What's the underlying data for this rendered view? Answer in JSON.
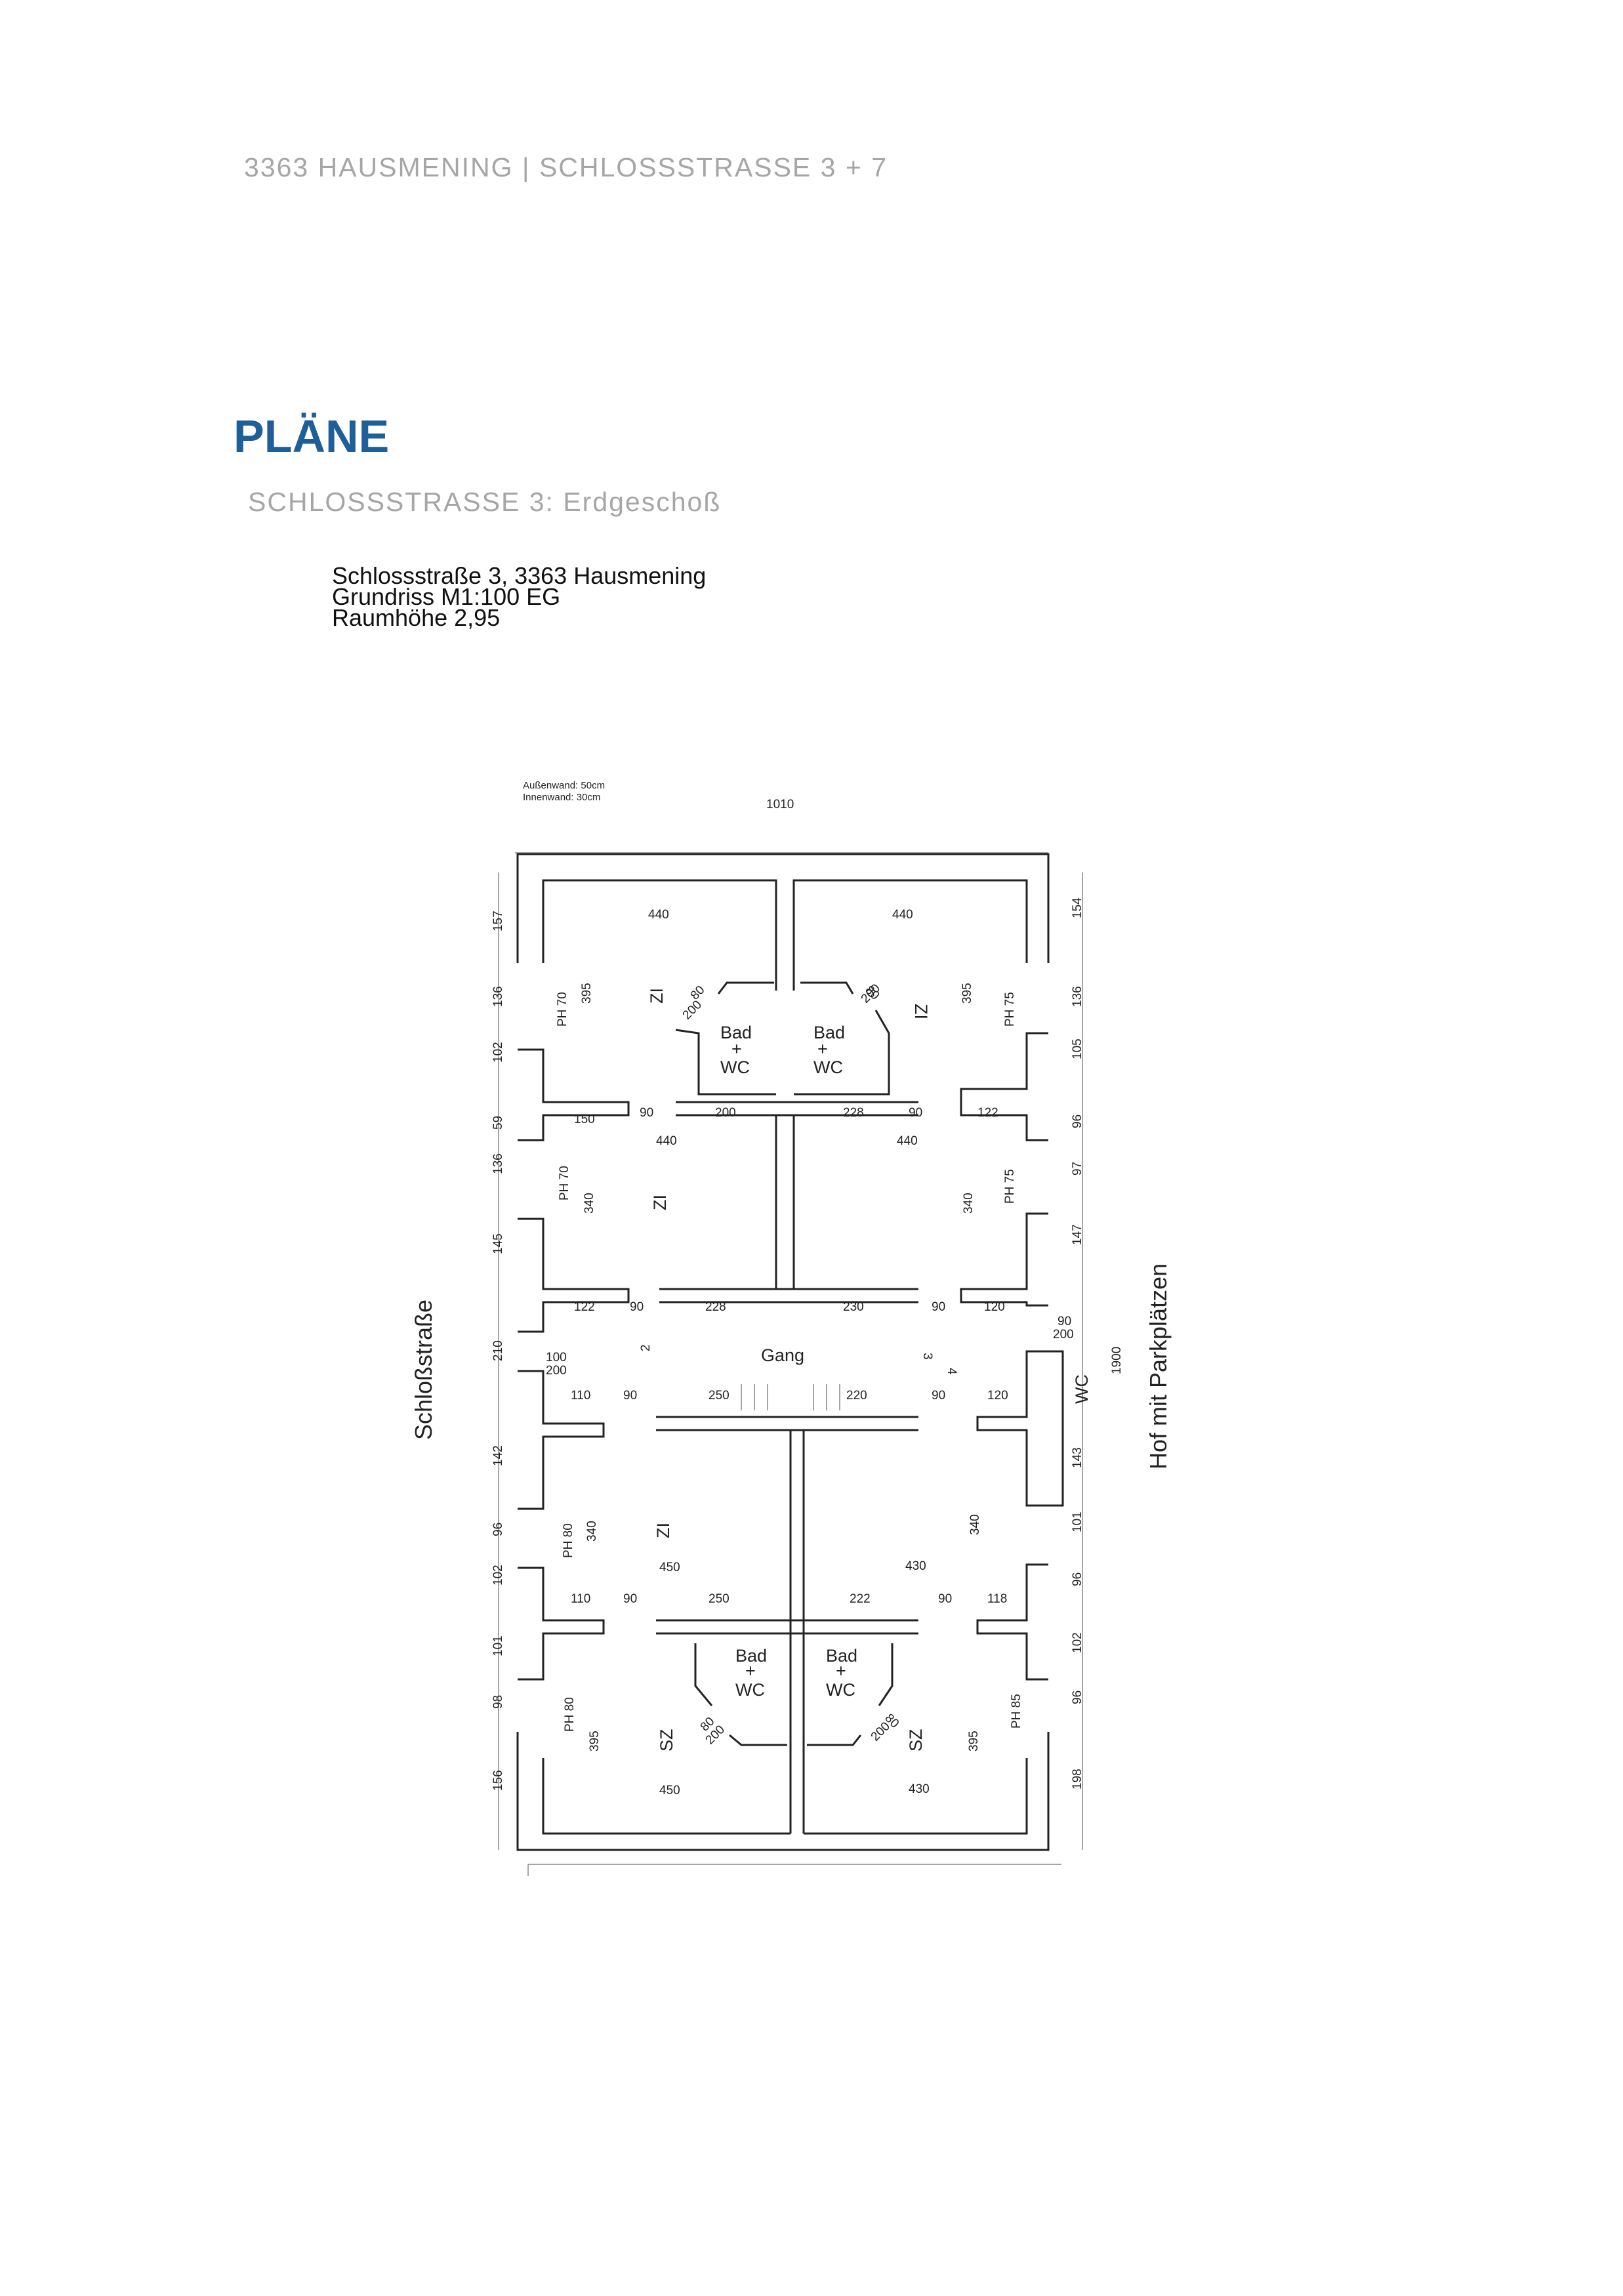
{
  "header": {
    "text": "3363 HAUSMENING | SCHLOSSSTRASSE 3 + 7"
  },
  "title": "PLÄNE",
  "subtitle": "SCHLOSSSTRASSE 3: Erdgeschoß",
  "info": {
    "line1": "Schlossstraße 3, 3363 Hausmening",
    "line2": "Grundriss M1:100   EG",
    "line3": "Raumhöhe 2,95"
  },
  "plan": {
    "notes": {
      "outer_wall": "Außenwand: 50cm",
      "inner_wall": "Innenwand: 30cm"
    },
    "overall_width": "1010",
    "street_label": "Schloßstraße",
    "yard_label": "Hof mit Parkplätzen",
    "corridor_label": "Gang",
    "rooms": {
      "zi": "ZI",
      "sz": "SZ",
      "wc": "WC",
      "bad": "Bad",
      "plus": "+",
      "bad_wc": "WC"
    },
    "left_dims": [
      "157",
      "136",
      "102",
      "59",
      "136",
      "145",
      "210",
      "142",
      "96",
      "102",
      "101",
      "98",
      "156"
    ],
    "right_dims": [
      "154",
      "136",
      "105",
      "96",
      "97",
      "147",
      "143",
      "101",
      "96",
      "102",
      "96",
      "198"
    ],
    "yard_total": "1900",
    "top_widths": [
      "440",
      "440"
    ],
    "mid_widths": [
      "440",
      "440"
    ],
    "bottom_widths": [
      "450",
      "430"
    ],
    "low_widths": [
      "450",
      "430"
    ],
    "wall_segments": [
      "150",
      "90",
      "200",
      "228",
      "90",
      "122",
      "122",
      "90",
      "228",
      "230",
      "90",
      "120",
      "110",
      "90",
      "250",
      "220",
      "90",
      "120",
      "110",
      "90",
      "250",
      "222",
      "90",
      "118"
    ],
    "windows": [
      "PH 70",
      "PH 70",
      "PH 75",
      "PH 75",
      "PH 80",
      "PH 80",
      "PH 85"
    ],
    "heights": [
      "395",
      "340",
      "395",
      "340",
      "340",
      "340",
      "395",
      "395"
    ],
    "door_sizes": {
      "w80": "80",
      "h200": "200"
    },
    "misc": {
      "entry_100": "100",
      "entry_200": "200",
      "wc_90": "90",
      "wc_200": "200",
      "n2": "2",
      "n3": "3",
      "n4": "4"
    }
  }
}
